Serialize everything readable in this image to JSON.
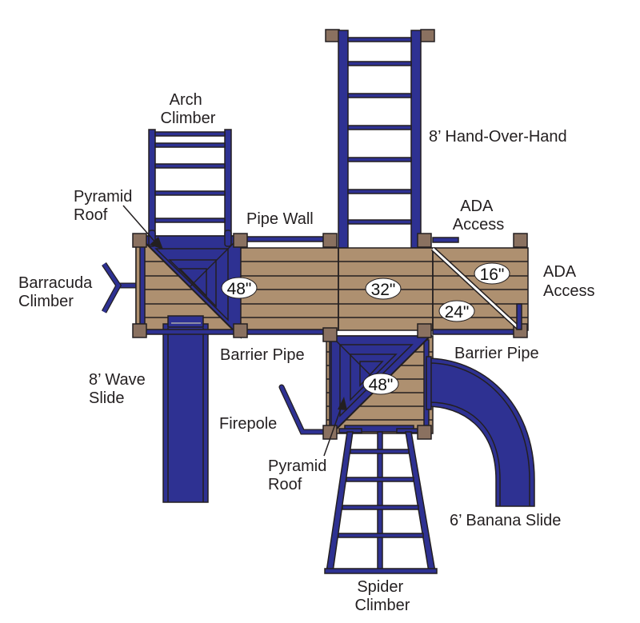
{
  "diagram": {
    "title": "Playset top-view component diagram",
    "colors": {
      "structure_blue": "#2e3192",
      "deck_wood": "#ae9070",
      "post_brown": "#8a7160",
      "outline": "#231f20"
    },
    "labels": {
      "arch_climber": [
        "Arch",
        "Climber"
      ],
      "hand_over_hand": "8’ Hand-Over-Hand",
      "pyramid_roof_top": [
        "Pyramid",
        "Roof"
      ],
      "pipe_wall": "Pipe Wall",
      "ada_access_top": [
        "ADA",
        "Access"
      ],
      "ada_access_right": [
        "ADA",
        "Access"
      ],
      "barracuda_climber": [
        "Barracuda",
        "Climber"
      ],
      "barrier_pipe_left": "Barrier Pipe",
      "barrier_pipe_right": "Barrier Pipe",
      "wave_slide": [
        "8’ Wave",
        "Slide"
      ],
      "firepole": "Firepole",
      "pyramid_roof_bottom": [
        "Pyramid",
        "Roof"
      ],
      "banana_slide": "6’ Banana Slide",
      "spider_climber": [
        "Spider",
        "Climber"
      ]
    },
    "deck_heights": {
      "left_tower": "48\"",
      "center_deck": "32\"",
      "ramp_upper": "16\"",
      "ramp_lower": "24\"",
      "lower_tower": "48\""
    }
  }
}
